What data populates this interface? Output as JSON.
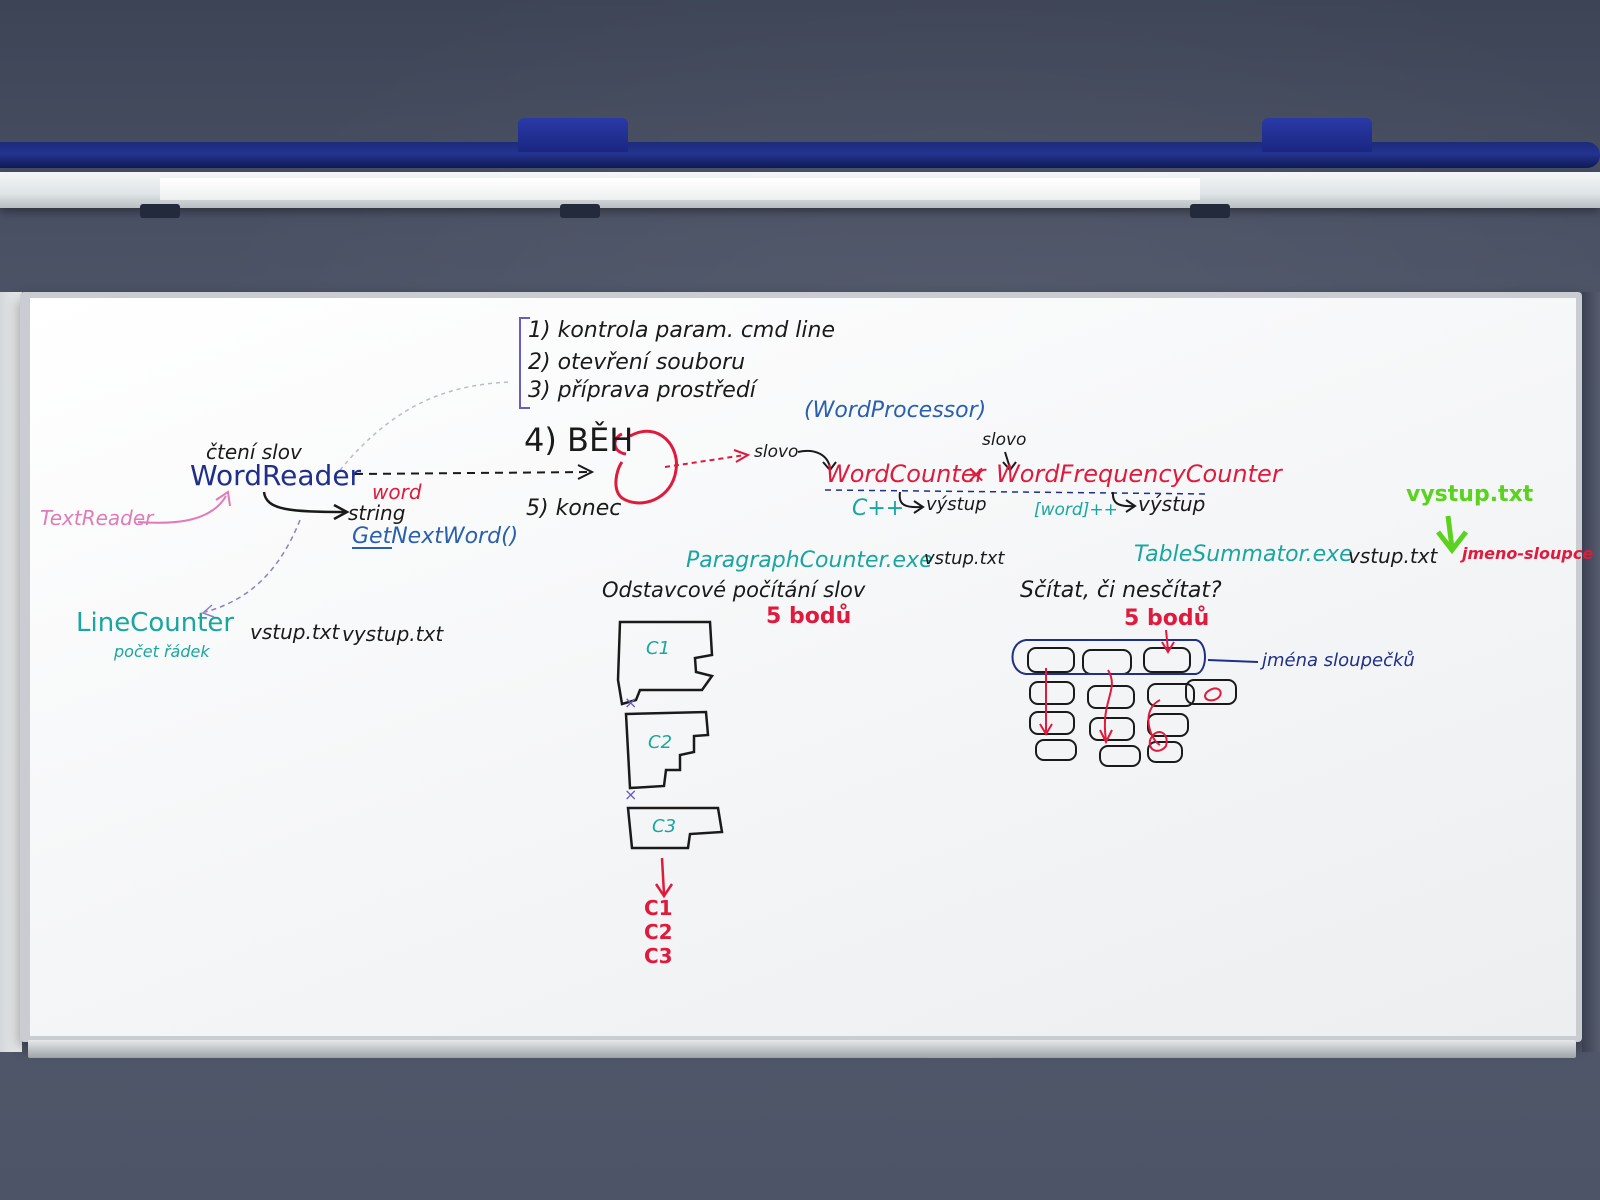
{
  "colors": {
    "black": "#1a1a1a",
    "navy": "#1f2f8a",
    "blue": "#2a5fb0",
    "red": "#e01a3c",
    "teal": "#1aa6a0",
    "pink": "#e07ab8",
    "green": "#5ad21e",
    "purple": "#6a5cc0"
  },
  "whiteboard": {
    "steps": {
      "s1": "1) kontrola param. cmd line",
      "s2": "2) otevření souboru",
      "s3": "3) příprava prostředí",
      "s4": "4) BĚH",
      "s5": "5) konec"
    },
    "reader": {
      "cteni": "čtení slov",
      "wordreader": "WordReader",
      "textreader": "TextReader",
      "word": "word",
      "string": "string",
      "getnextword": "GetNextWord()"
    },
    "processor": {
      "wordprocessor": "(WordProcessor)",
      "slovo_top": "slovo",
      "slovo_arrow": "slovo",
      "wordcounter": "WordCounter",
      "times": "×",
      "wordfreq": "WordFrequencyCounter",
      "cpp": "C++",
      "vystup1": "výstup",
      "wordpp": "[word]++",
      "vystup2": "výstup"
    },
    "linecounter": {
      "name": "LineCounter",
      "sub": "počet řádek",
      "in": "vstup.txt",
      "out": "vystup.txt"
    },
    "paragraph": {
      "exe": "ParagraphCounter.exe",
      "in": "vstup.txt",
      "desc": "Odstavcové počítání slov",
      "points": "5 bodů",
      "c1": "C1",
      "c2": "C2",
      "c3": "C3",
      "out1": "C1",
      "out2": "C2",
      "out3": "C3"
    },
    "table": {
      "exe": "TableSummator.exe",
      "in": "vstup.txt",
      "out": "vystup.txt",
      "column": "jmeno-sloupce",
      "question": "Sčítat, či nesčítat?",
      "points": "5 bodů",
      "headers": "jména sloupečků"
    }
  }
}
